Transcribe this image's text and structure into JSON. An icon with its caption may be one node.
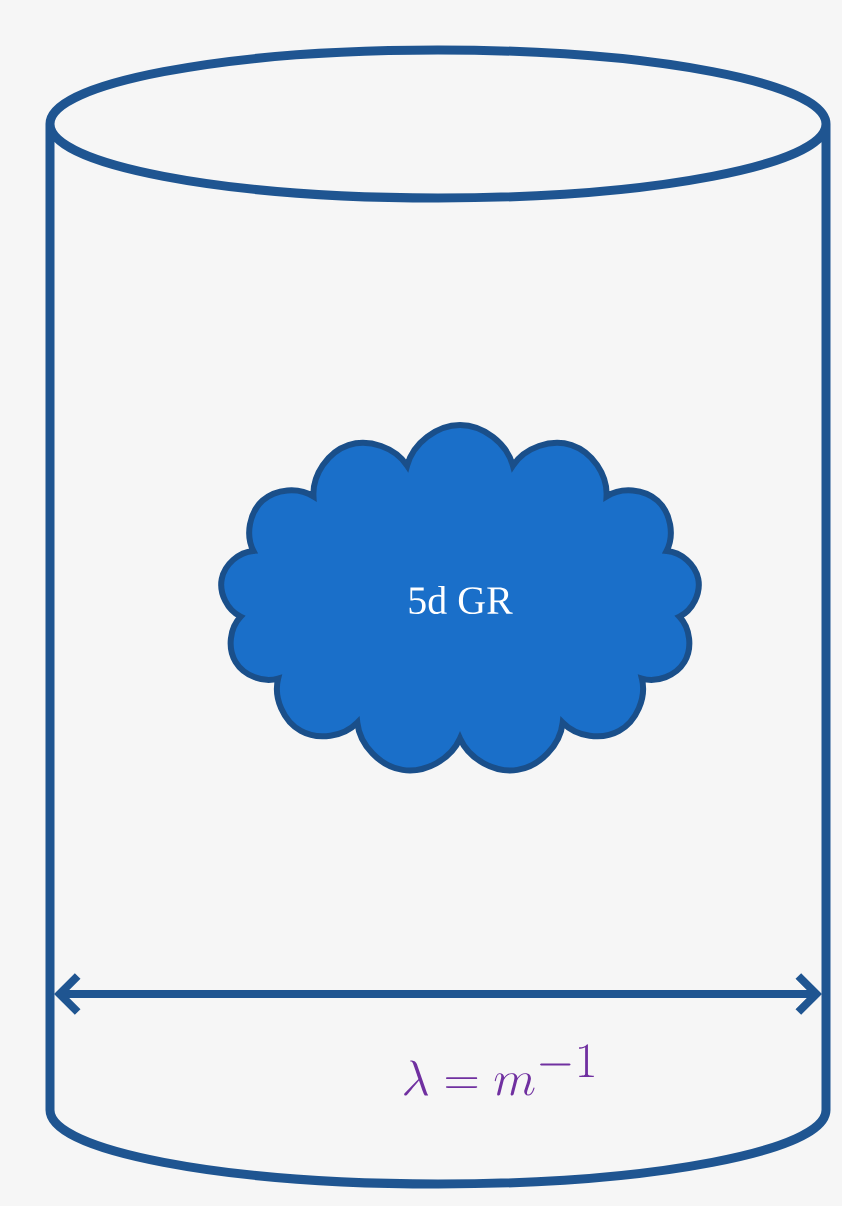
{
  "diagram": {
    "nodes": [
      {
        "text": [],
        "shape": "cylinder"
      },
      {
        "text": [
          "5d GR"
        ],
        "in": 0
      }
    ],
    "labels": [
      "\\lambda = m^{-1}"
    ]
  }
}
